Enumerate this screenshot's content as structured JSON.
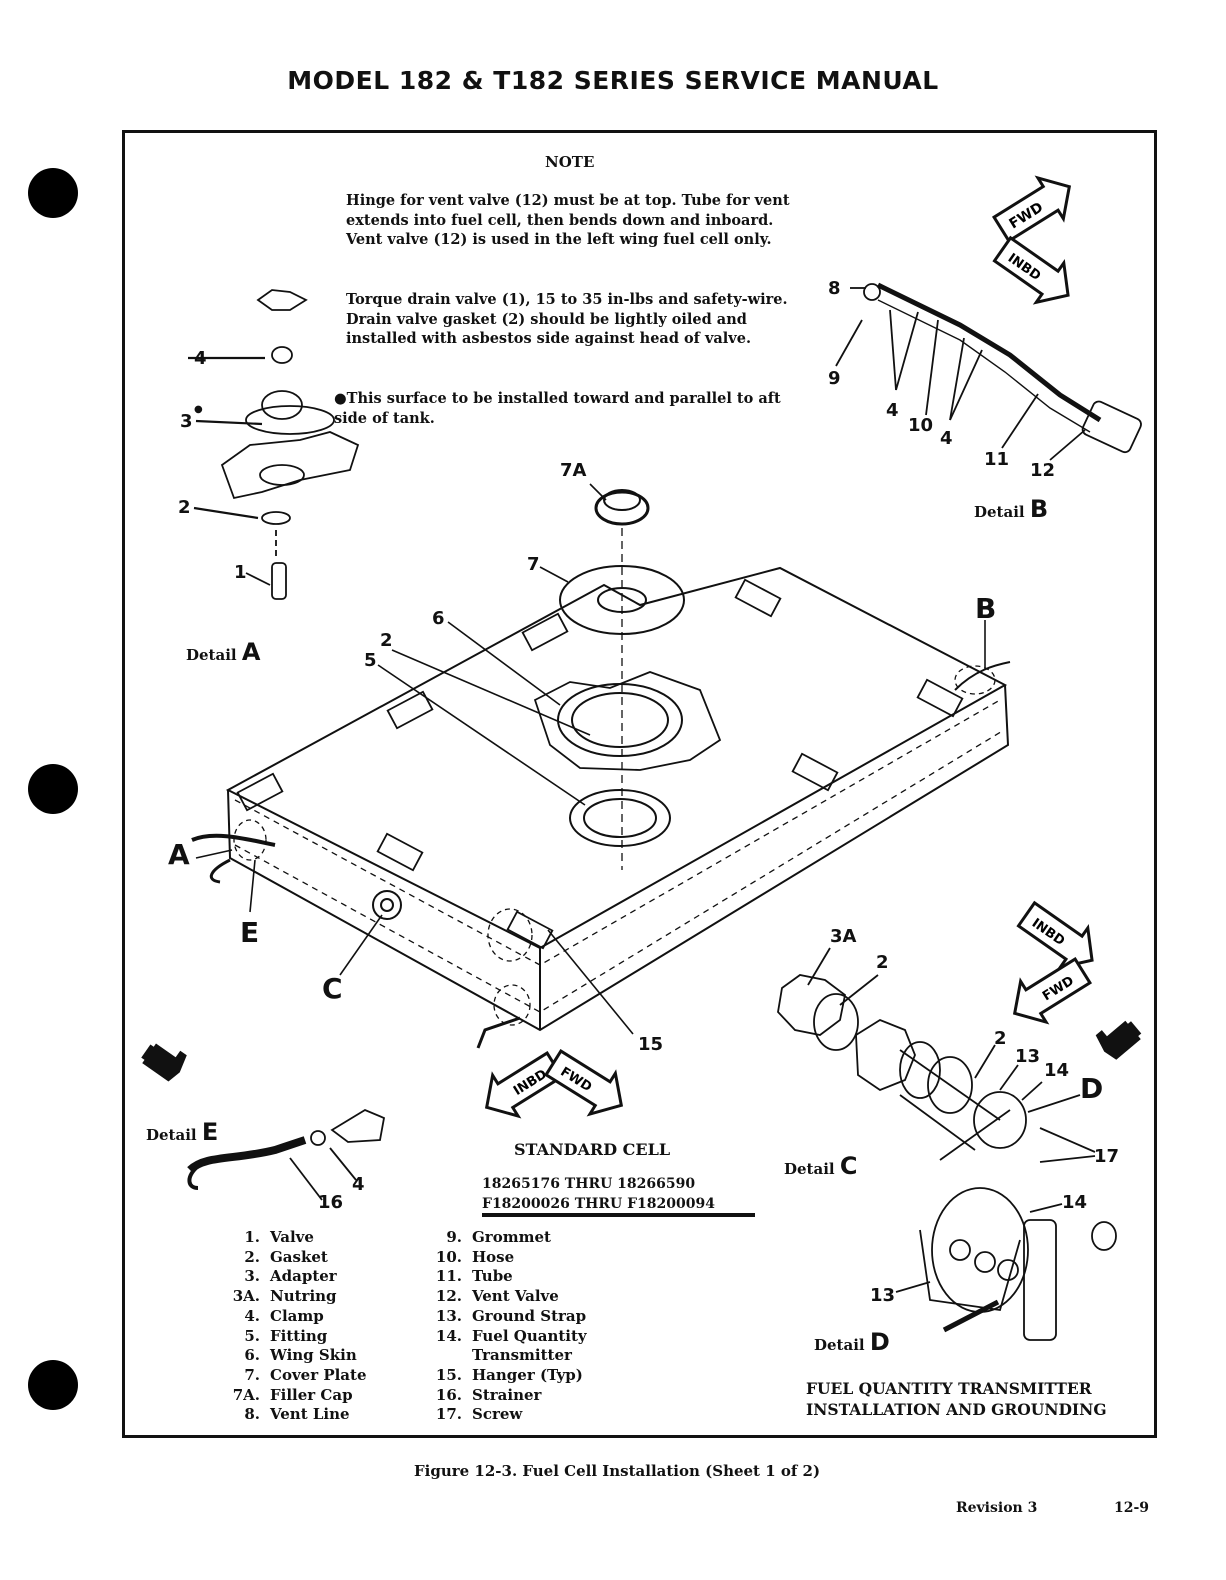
{
  "header": {
    "title": "MODEL 182 & T182 SERIES SERVICE MANUAL"
  },
  "note": {
    "title": "NOTE",
    "para1": "Hinge for vent valve (12) must be at top. Tube for vent extends into fuel cell, then bends down and inboard. Vent valve (12) is used in the left wing fuel cell only.",
    "para2": "Torque drain valve (1), 15 to 35 in-lbs and safety-wire. Drain valve gasket (2) should be lightly oiled and installed with asbestos side against head of valve.",
    "para3": "●This surface to be installed toward and parallel to aft side of tank."
  },
  "callouts": {
    "a_4": "4",
    "a_3": "3",
    "a_3_star": "●",
    "a_2": "2",
    "a_1": "1",
    "b_8": "8",
    "b_9": "9",
    "b_4a": "4",
    "b_10": "10",
    "b_4b": "4",
    "b_11": "11",
    "b_12": "12",
    "m_7a": "7A",
    "m_7": "7",
    "m_6": "6",
    "m_2": "2",
    "m_5": "5",
    "m_B": "B",
    "m_A": "A",
    "m_E": "E",
    "m_C": "C",
    "m_15": "15",
    "c_3a": "3A",
    "c_2a": "2",
    "c_2b": "2",
    "c_13": "13",
    "c_14": "14",
    "c_D": "D",
    "c_17": "17",
    "e_4": "4",
    "e_16": "16",
    "d_14": "14",
    "d_13": "13"
  },
  "arrows": {
    "fwd": "FWD",
    "inbd": "INBD"
  },
  "details": {
    "a": {
      "word": "Detail",
      "letter": "A"
    },
    "b": {
      "word": "Detail",
      "letter": "B"
    },
    "c": {
      "word": "Detail",
      "letter": "C"
    },
    "d": {
      "word": "Detail",
      "letter": "D"
    },
    "e": {
      "word": "Detail",
      "letter": "E"
    }
  },
  "standard_cell": {
    "title": "STANDARD CELL",
    "serial1": "18265176 THRU 18266590",
    "serial2": "F18200026 THRU F18200094"
  },
  "legend_left": [
    {
      "num": "1.",
      "name": "Valve"
    },
    {
      "num": "2.",
      "name": "Gasket"
    },
    {
      "num": "3.",
      "name": "Adapter"
    },
    {
      "num": "3A.",
      "name": "Nutring"
    },
    {
      "num": "4.",
      "name": "Clamp"
    },
    {
      "num": "5.",
      "name": "Fitting"
    },
    {
      "num": "6.",
      "name": "Wing Skin"
    },
    {
      "num": "7.",
      "name": "Cover Plate"
    },
    {
      "num": "7A.",
      "name": "Filler Cap"
    },
    {
      "num": "8.",
      "name": "Vent Line"
    }
  ],
  "legend_right": [
    {
      "num": "9.",
      "name": "Grommet"
    },
    {
      "num": "10.",
      "name": "Hose"
    },
    {
      "num": "11.",
      "name": "Tube"
    },
    {
      "num": "12.",
      "name": "Vent Valve"
    },
    {
      "num": "13.",
      "name": "Ground Strap"
    },
    {
      "num": "14.",
      "name": "Fuel Quantity"
    },
    {
      "num": "",
      "name": "Transmitter"
    },
    {
      "num": "15.",
      "name": "Hanger (Typ)"
    },
    {
      "num": "16.",
      "name": "Strainer"
    },
    {
      "num": "17.",
      "name": "Screw"
    }
  ],
  "fqt": {
    "line1": "FUEL QUANTITY TRANSMITTER",
    "line2": "INSTALLATION AND GROUNDING"
  },
  "caption": "Figure 12-3.  Fuel Cell Installation  (Sheet 1 of 2)",
  "footer": {
    "revision": "Revision 3",
    "page": "12-9"
  }
}
